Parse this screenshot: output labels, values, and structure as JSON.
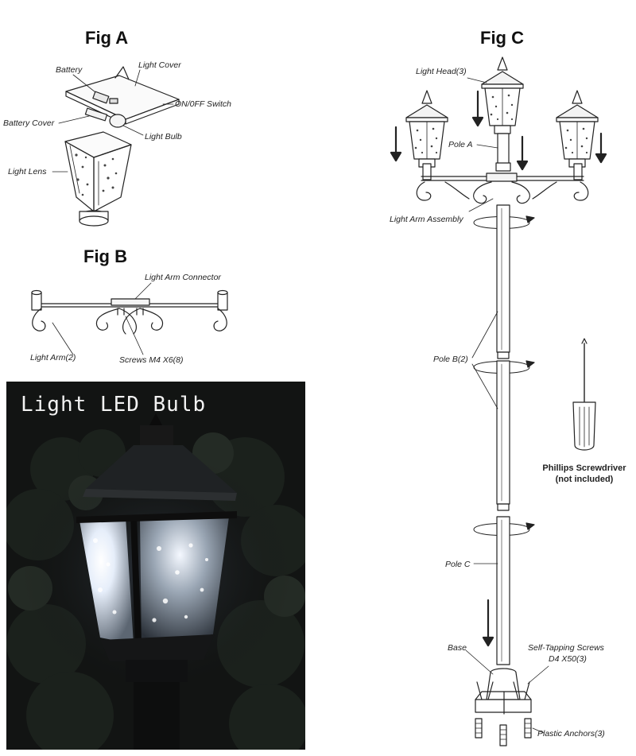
{
  "figures": {
    "fig_a": {
      "title": "Fig A",
      "labels": {
        "battery": "Battery",
        "light_cover": "Light Cover",
        "on_off_switch": "ON/0FF Switch",
        "battery_cover": "Battery Cover",
        "light_bulb": "Light Bulb",
        "light_lens": "Light Lens"
      }
    },
    "fig_b": {
      "title": "Fig B",
      "labels": {
        "light_arm_connector": "Light Arm Connector",
        "light_arm": "Light Arm(2)",
        "screws": "Screws M4 X6(8)"
      }
    },
    "fig_c": {
      "title": "Fig C",
      "labels": {
        "light_head": "Light  Head(3)",
        "pole_a": "Pole A",
        "light_arm_assembly": "Light Arm Assembly",
        "pole_b": "Pole B(2)",
        "pole_c": "Pole C",
        "base": "Base",
        "self_tapping_line1": "Self-Tapping Screws",
        "self_tapping_line2": "D4 X50(3)",
        "plastic_anchors": "Plastic Anchors(3)",
        "screwdriver_line1": "Phillips Screwdriver",
        "screwdriver_line2": "(not included)"
      }
    }
  },
  "photo": {
    "caption": "Light LED Bulb"
  },
  "colors": {
    "line": "#222222",
    "photo_bg": "#121413",
    "glow": "#eaf2ff"
  }
}
